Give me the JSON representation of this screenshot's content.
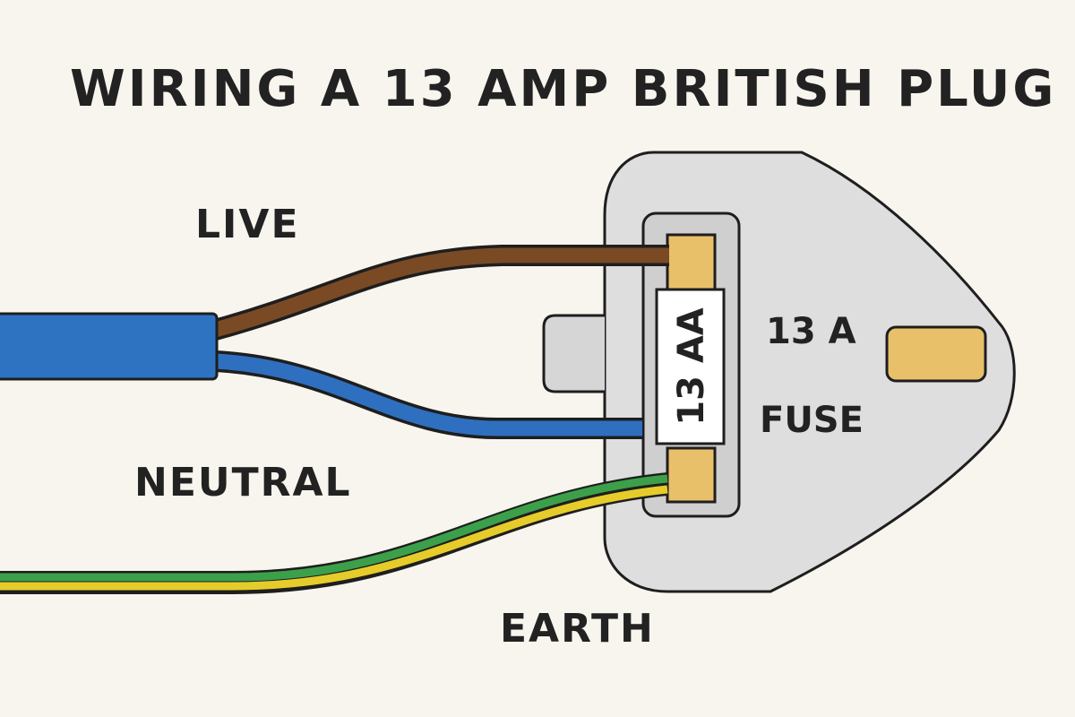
{
  "title": "WIRING A 13 AMP BRITISH PLUG",
  "labels": {
    "live": "LIVE",
    "neutral": "NEUTRAL",
    "earth": "EARTH",
    "fuse_rating": "13 A",
    "fuse_word": "FUSE",
    "fuse_marking": "13 AA"
  },
  "colors": {
    "background": "#f8f5ee",
    "live_wire": "#7a4a25",
    "neutral_wire": "#2f6fc0",
    "cable_sheath": "#2d73c2",
    "earth_green": "#3ca04a",
    "earth_yellow": "#e6cc2a",
    "plug_body": "#dedede",
    "terminal": "#e9c06a",
    "outline": "#1e1e1e"
  }
}
